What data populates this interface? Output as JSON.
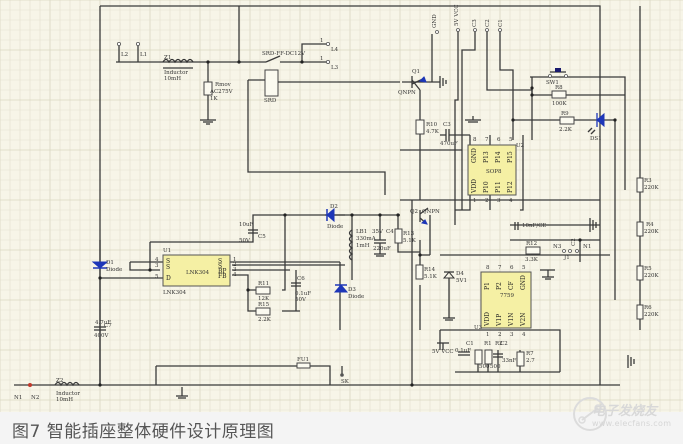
{
  "figure": {
    "caption": "图7 智能插座整体硬件设计原理图",
    "watermark_title": "电子发烧友",
    "watermark_url": "www.elecfans.com"
  },
  "components": {
    "z1": {
      "ref": "Z1",
      "type": "Inductor",
      "value": "10mH"
    },
    "z2": {
      "ref": "Z2",
      "type": "Inductor",
      "value": "10mH"
    },
    "varistor": {
      "ref": "Rmov",
      "value": "AC275V",
      "extra": "1K"
    },
    "relay": {
      "ref": "SRD",
      "part": "SRD-FF-DC12V"
    },
    "q1": {
      "ref": "Q1",
      "type": "QNPN"
    },
    "q2": {
      "ref": "Q2",
      "type": "QNPN"
    },
    "r10": {
      "ref": "R10",
      "value": "4.7K"
    },
    "c3": {
      "ref": "C3",
      "value": "470uF"
    },
    "u_sop8": {
      "ref": "U2",
      "part": "SOP8",
      "pins_top": [
        "GND",
        "P13",
        "P14",
        "P15"
      ],
      "pins_bottom": [
        "VDD",
        "P10",
        "P11",
        "P12"
      ],
      "pin_nums_top": [
        "8",
        "7",
        "6",
        "5"
      ],
      "pin_nums_bottom": [
        "1",
        "2",
        "3",
        "4"
      ]
    },
    "sw1": {
      "ref": "SW1"
    },
    "r8": {
      "ref": "R8",
      "value": "100K"
    },
    "r9": {
      "ref": "R9",
      "value": "2.2K"
    },
    "ds1": {
      "ref": "DS1"
    },
    "r3": {
      "ref": "R3",
      "value": "220K"
    },
    "r4": {
      "ref": "R4",
      "value": "220K"
    },
    "r5": {
      "ref": "R5",
      "value": "220K"
    },
    "r6": {
      "ref": "R6",
      "value": "220K"
    },
    "c_filter": {
      "value": "10nF/CE"
    },
    "r12": {
      "ref": "R12",
      "value": "3.3K"
    },
    "j1": {
      "ref": "J1"
    },
    "d1": {
      "ref": "D1",
      "type": "Diode"
    },
    "d2": {
      "ref": "D2",
      "type": "Diode"
    },
    "d3": {
      "ref": "D3",
      "type": "Diode"
    },
    "d4": {
      "ref": "D4",
      "value": "5V1"
    },
    "u1": {
      "ref": "U1",
      "part": "LNK304",
      "pins_left": [
        "S",
        "S",
        "D"
      ],
      "pins_right": [
        "S",
        "S",
        "BP",
        "FB"
      ],
      "pin_nums_left": [
        "4",
        "3",
        "5"
      ],
      "pin_nums_right": [
        "1",
        "2",
        "3",
        "4"
      ]
    },
    "c5": {
      "ref": "C5",
      "value": "10uF",
      "rating": "50V"
    },
    "c6": {
      "ref": "C6",
      "value": "0.1uF",
      "rating": "50V"
    },
    "r11": {
      "ref": "R11",
      "value": "12K"
    },
    "r15": {
      "ref": "R15",
      "value": "2.2K"
    },
    "lb1": {
      "ref": "LB1",
      "value": "330mA",
      "extra": "1mH"
    },
    "c4": {
      "ref": "C4",
      "value": "220uF",
      "rating": "35V"
    },
    "r13": {
      "ref": "R13",
      "value": "5.1K"
    },
    "r14": {
      "ref": "R14",
      "value": "5.1K"
    },
    "c7": {
      "ref": "C7",
      "value": "4.7uF",
      "rating": "400V"
    },
    "u_7759": {
      "ref": "U3",
      "part": "7759",
      "pins_top": [
        "P1",
        "P2",
        "CF",
        "GND"
      ],
      "pins_bottom": [
        "VDD",
        "V1P",
        "V1N",
        "V2N"
      ],
      "pin_nums_top": [
        "8",
        "7",
        "6",
        "5"
      ],
      "pin_nums_bottom": [
        "1",
        "2",
        "3",
        "4"
      ]
    },
    "c1": {
      "ref": "C1",
      "value": "0.1uF"
    },
    "r1": {
      "ref": "R1",
      "value": "500"
    },
    "r2": {
      "ref": "R2",
      "value": "500"
    },
    "c2": {
      "ref": "C2",
      "value": "33nF"
    },
    "r7": {
      "ref": "R7",
      "value": "2.7"
    },
    "fuse": {
      "ref": "FU1"
    },
    "sk": {
      "ref": "SK"
    }
  },
  "connectors": {
    "l1": "L1",
    "l2": "L2",
    "l3": "L3",
    "l4": "L4",
    "gnd": "GND",
    "vcc": "5V VCC",
    "c1": "C1",
    "c2": "C2",
    "c3": "C3",
    "n1": "N1",
    "n2": "N2",
    "n3": "N3",
    "vcc_bottom": "5V VCC"
  }
}
